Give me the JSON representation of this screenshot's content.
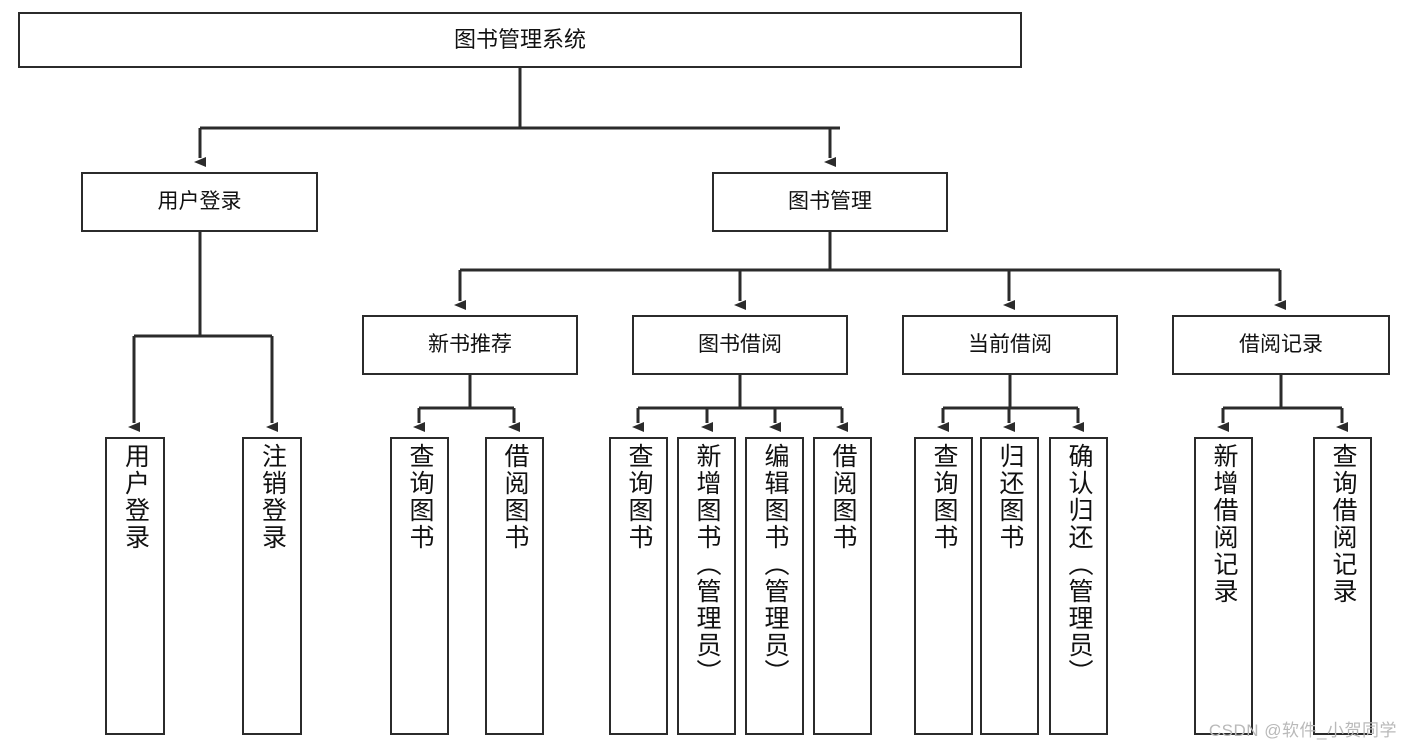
{
  "diagram": {
    "type": "tree",
    "title": "图书管理系统",
    "watermark": "CSDN @软件_小贺同学",
    "colors": {
      "stroke": "#2b2b2b",
      "fill": "#ffffff",
      "text": "#111111",
      "watermark": "#b9b9b9"
    },
    "root": {
      "label": "图书管理系统"
    },
    "level1": [
      {
        "label": "用户登录"
      },
      {
        "label": "图书管理"
      }
    ],
    "level2": [
      {
        "label": "新书推荐"
      },
      {
        "label": "图书借阅"
      },
      {
        "label": "当前借阅"
      },
      {
        "label": "借阅记录"
      }
    ],
    "leaves": {
      "user_login": [
        {
          "label": "用户登录"
        },
        {
          "label": "注销登录"
        }
      ],
      "new_book_recommend": [
        {
          "label": "查询图书"
        },
        {
          "label": "借阅图书"
        }
      ],
      "book_borrow": [
        {
          "label": "查询图书"
        },
        {
          "label": "新增图书（管理员）"
        },
        {
          "label": "编辑图书（管理员）"
        },
        {
          "label": "借阅图书"
        }
      ],
      "current_borrow": [
        {
          "label": "查询图书"
        },
        {
          "label": "归还图书"
        },
        {
          "label": "确认归还（管理员）"
        }
      ],
      "borrow_record": [
        {
          "label": "新增借阅记录"
        },
        {
          "label": "查询借阅记录"
        }
      ]
    }
  }
}
